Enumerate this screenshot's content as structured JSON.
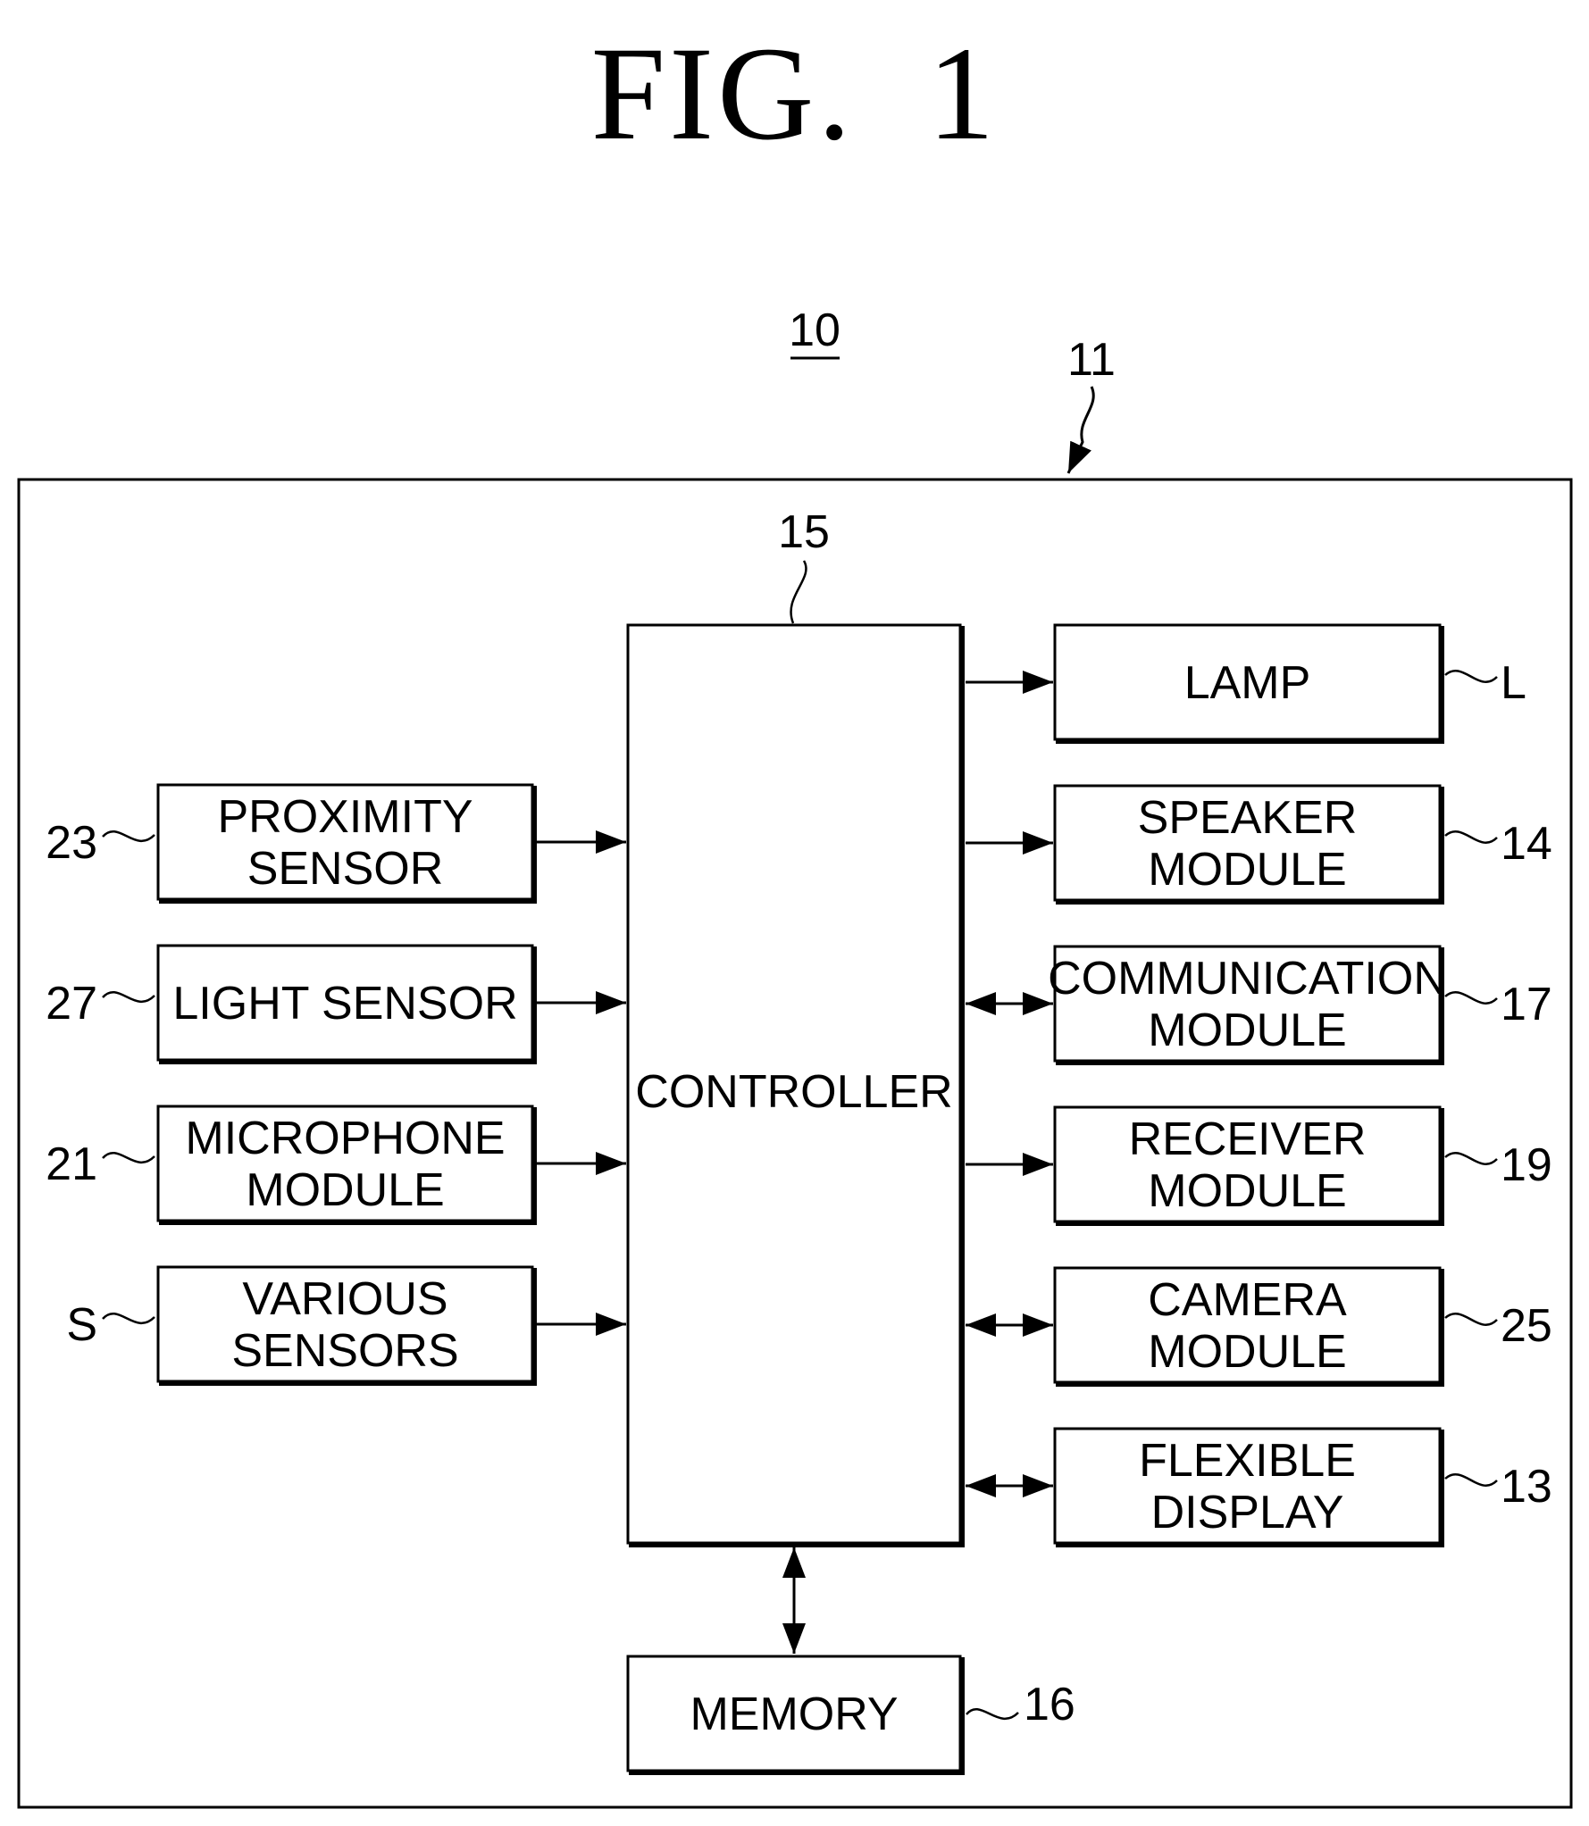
{
  "figure": {
    "title": "FIG. 1",
    "device_ref": "10",
    "housing_ref": "11"
  },
  "colors": {
    "ink": "#000000",
    "paper": "#ffffff"
  },
  "controller": {
    "label": "CONTROLLER",
    "ref": "15"
  },
  "memory": {
    "label": "MEMORY",
    "ref": "16",
    "link": "bidirectional"
  },
  "inputs": [
    {
      "lines": [
        "PROXIMITY",
        "SENSOR"
      ],
      "ref": "23",
      "link": "to-controller"
    },
    {
      "lines": [
        "LIGHT SENSOR"
      ],
      "ref": "27",
      "link": "to-controller"
    },
    {
      "lines": [
        "MICROPHONE",
        "MODULE"
      ],
      "ref": "21",
      "link": "to-controller"
    },
    {
      "lines": [
        "VARIOUS",
        "SENSORS"
      ],
      "ref": "S",
      "link": "to-controller"
    }
  ],
  "outputs": [
    {
      "lines": [
        "LAMP"
      ],
      "ref": "L",
      "link": "from-controller"
    },
    {
      "lines": [
        "SPEAKER",
        "MODULE"
      ],
      "ref": "14",
      "link": "from-controller"
    },
    {
      "lines": [
        "COMMUNICATION",
        "MODULE"
      ],
      "ref": "17",
      "link": "bidirectional"
    },
    {
      "lines": [
        "RECEIVER",
        "MODULE"
      ],
      "ref": "19",
      "link": "from-controller"
    },
    {
      "lines": [
        "CAMERA",
        "MODULE"
      ],
      "ref": "25",
      "link": "bidirectional"
    },
    {
      "lines": [
        "FLEXIBLE",
        "DISPLAY"
      ],
      "ref": "13",
      "link": "bidirectional"
    }
  ]
}
